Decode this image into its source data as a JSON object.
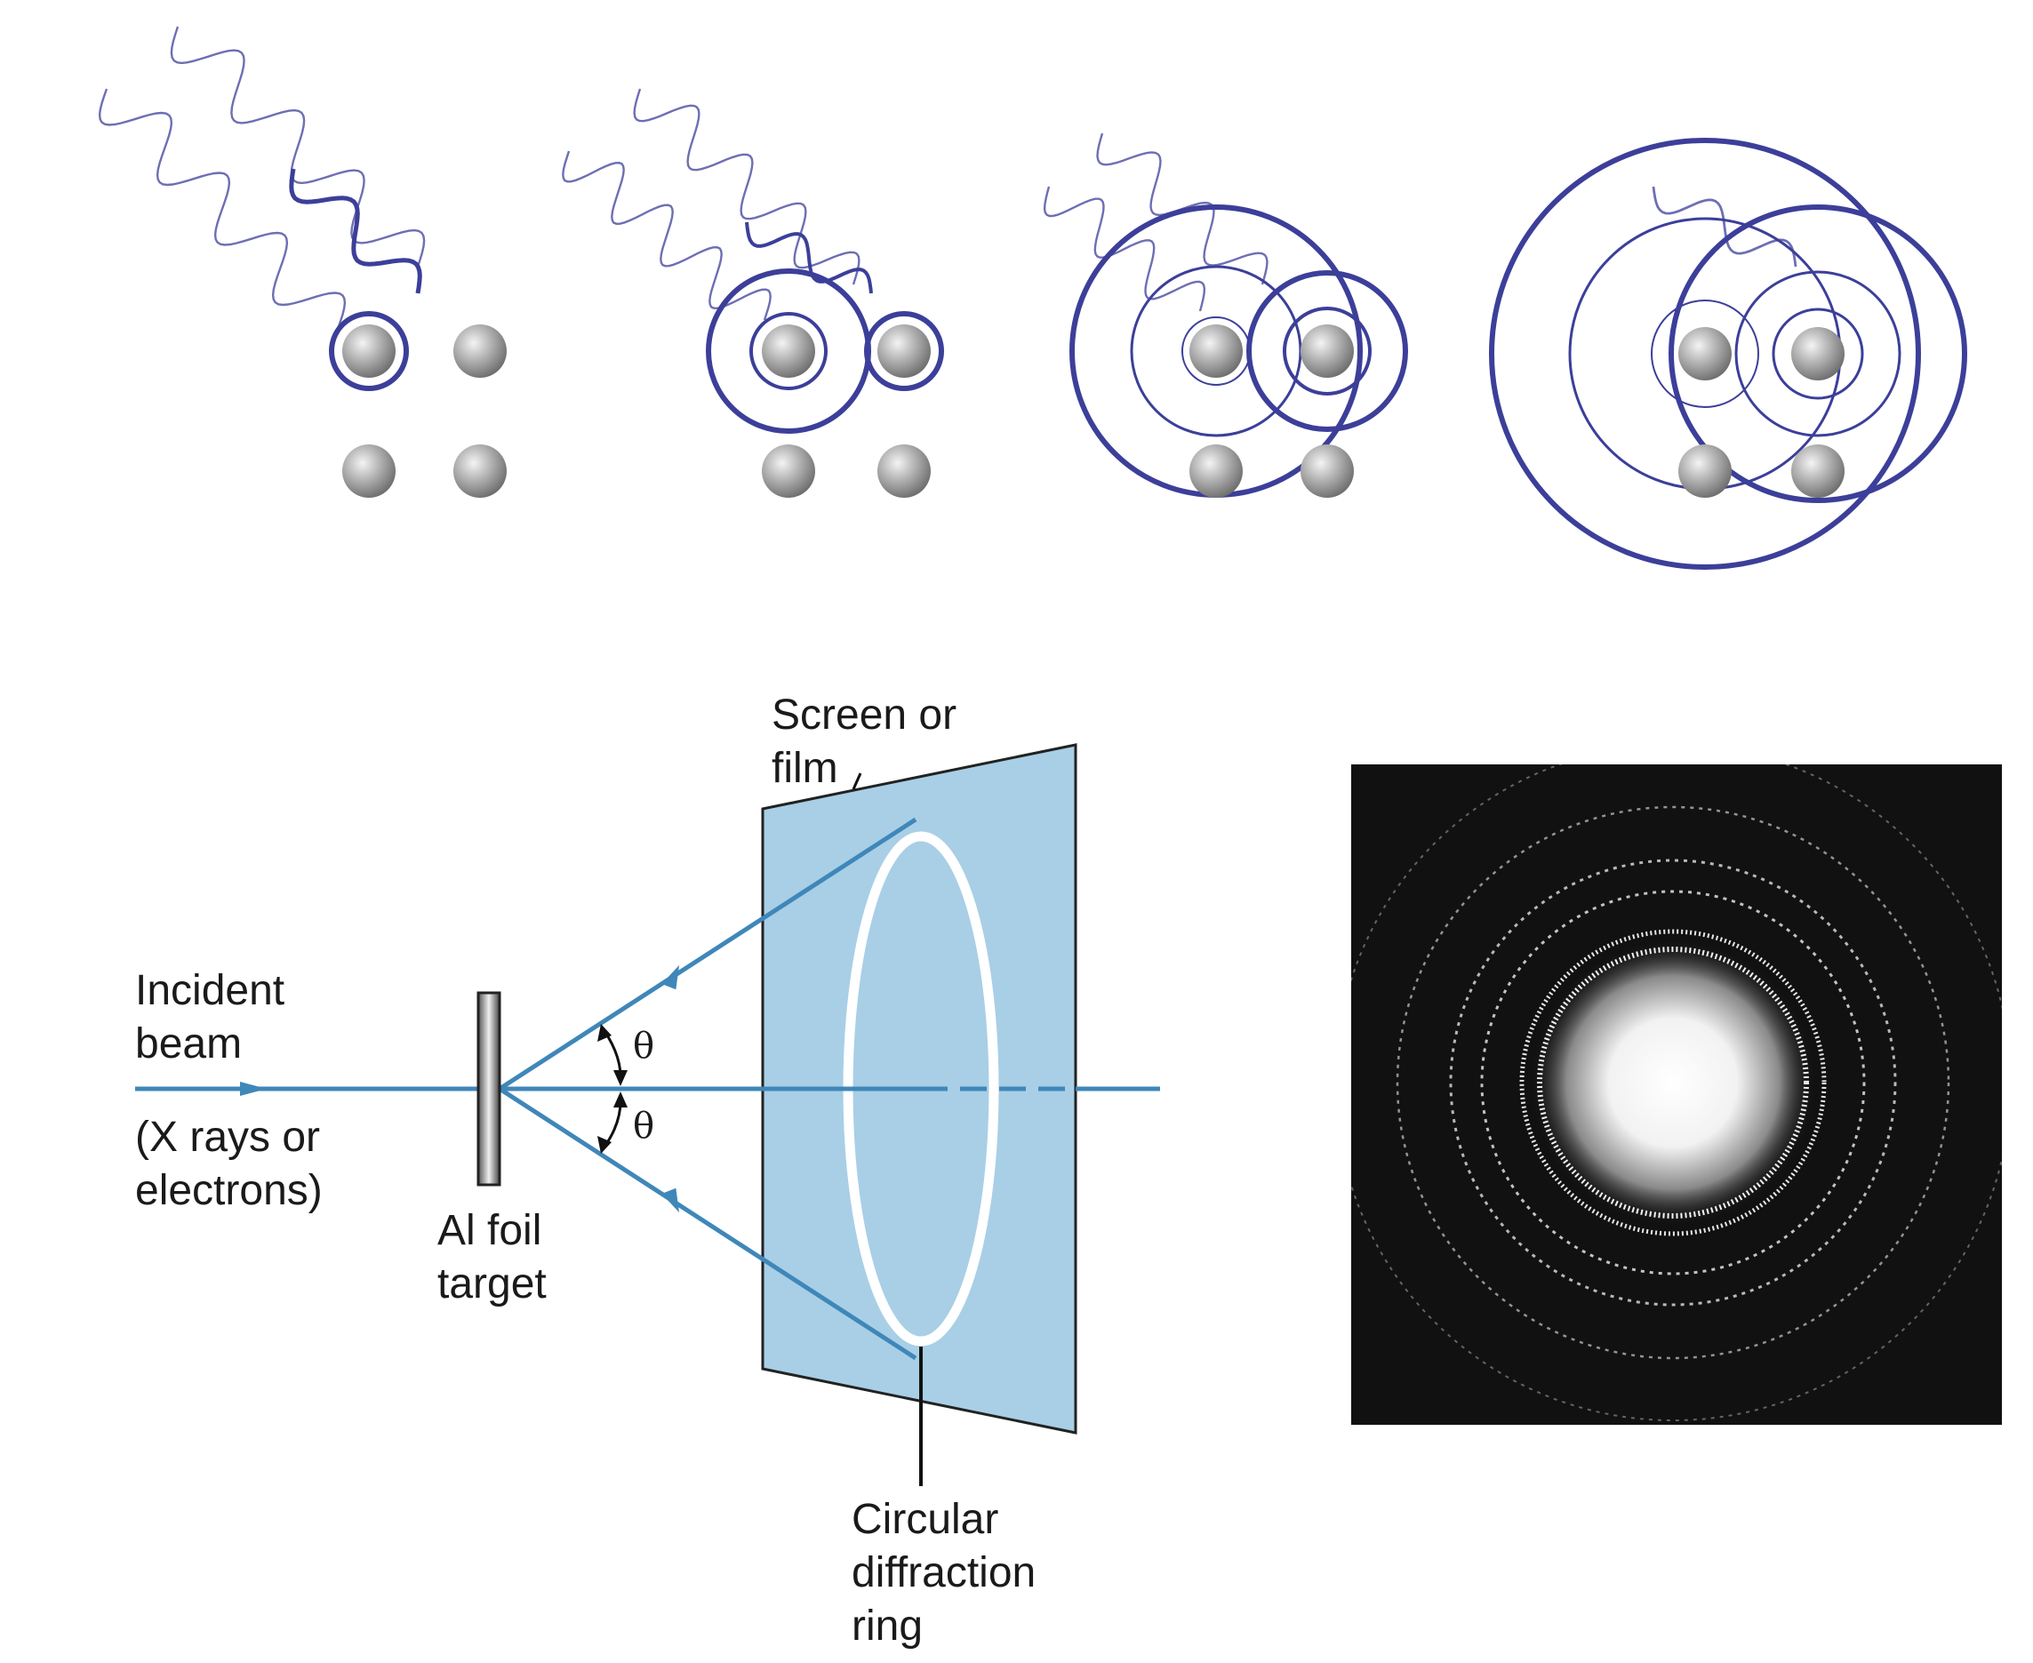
{
  "labels": {
    "screen": [
      "Screen or",
      "film"
    ],
    "incident_beam": [
      "Incident",
      "beam"
    ],
    "beam_type": [
      "(X rays or",
      "electrons)"
    ],
    "foil": [
      "Al foil",
      "target"
    ],
    "ring": [
      "Circular",
      "diffraction",
      "ring"
    ],
    "theta_upper": "θ",
    "theta_lower": "θ"
  },
  "colors": {
    "wave": "#3c3f99",
    "beam": "#3f87b9",
    "screen": "#a8cfe6",
    "atom": "#9a9a9a",
    "pattern_bg": "#111111"
  },
  "stages": [
    {
      "name": "stage-1",
      "description_icon": "incident-wave-hits-first-atom"
    },
    {
      "name": "stage-2",
      "description_icon": "wavelets-from-two-atoms"
    },
    {
      "name": "stage-3",
      "description_icon": "expanding-wavelets"
    },
    {
      "name": "stage-4",
      "description_icon": "overlapping-wavelets"
    }
  ]
}
